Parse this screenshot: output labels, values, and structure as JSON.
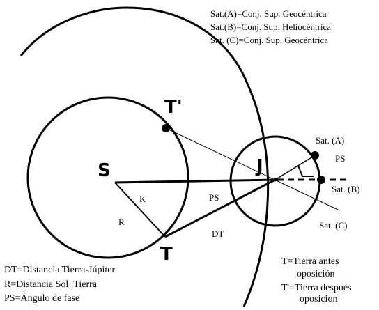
{
  "header_notes": [
    "Sat.(A)=Conj. Sup. Geocéntrica",
    "Sat.(B)=Conj. Sup. Heliocéntrica",
    "Sat. (C)=Conj. Sup. Geocéntrica"
  ],
  "points": {
    "sun": "S",
    "jupiter": "J",
    "earth_before": "T",
    "earth_after": "T'"
  },
  "labels": {
    "k": "K",
    "r": "R",
    "ps_center": "PS",
    "ps_right": "PS",
    "dt": "DT",
    "sat_a": "Sat. (A)",
    "sat_b": "Sat. (B)",
    "sat_c": "Sat. (C)"
  },
  "legend_left": [
    "DT=Distancia Tierra-Júpiter",
    "R=Distancia Sol_Tierra",
    "PS=Ángulo de fase"
  ],
  "legend_right": [
    "T=Tierra antes",
    "oposición",
    "T'=Tierra después",
    "oposicion"
  ],
  "colors": {
    "ink": "#000000",
    "background": "#ffffff"
  }
}
